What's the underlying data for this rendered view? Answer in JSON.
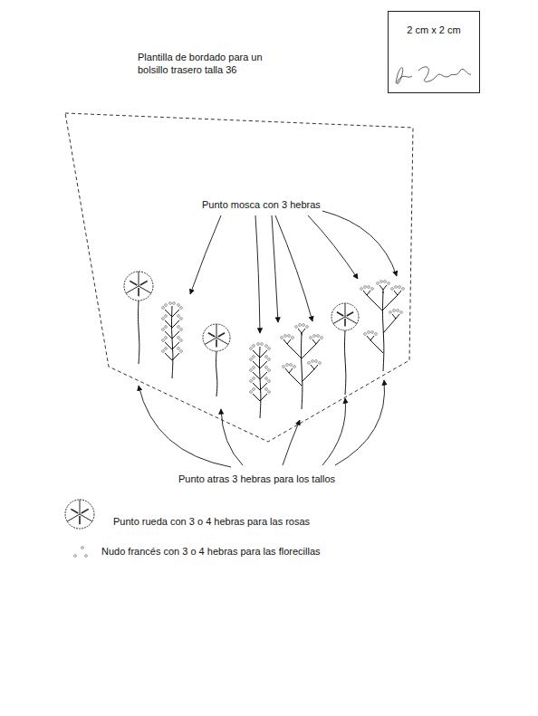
{
  "diagram": {
    "title": "Plantilla de bordado para un bolsillo trasero talla 36",
    "nodes": [
      {
        "text": [
          "2 cm x 2 cm"
        ]
      }
    ],
    "labels": [
      "Punto mosca con 3 hebras",
      "Punto atras 3 hebras para los tallos"
    ],
    "legend": [
      {
        "text": "Punto rueda con 3 o 4 hebras para las rosas"
      },
      {
        "text": "Nudo francés con 3 o 4 hebras para las florecillas"
      }
    ]
  }
}
